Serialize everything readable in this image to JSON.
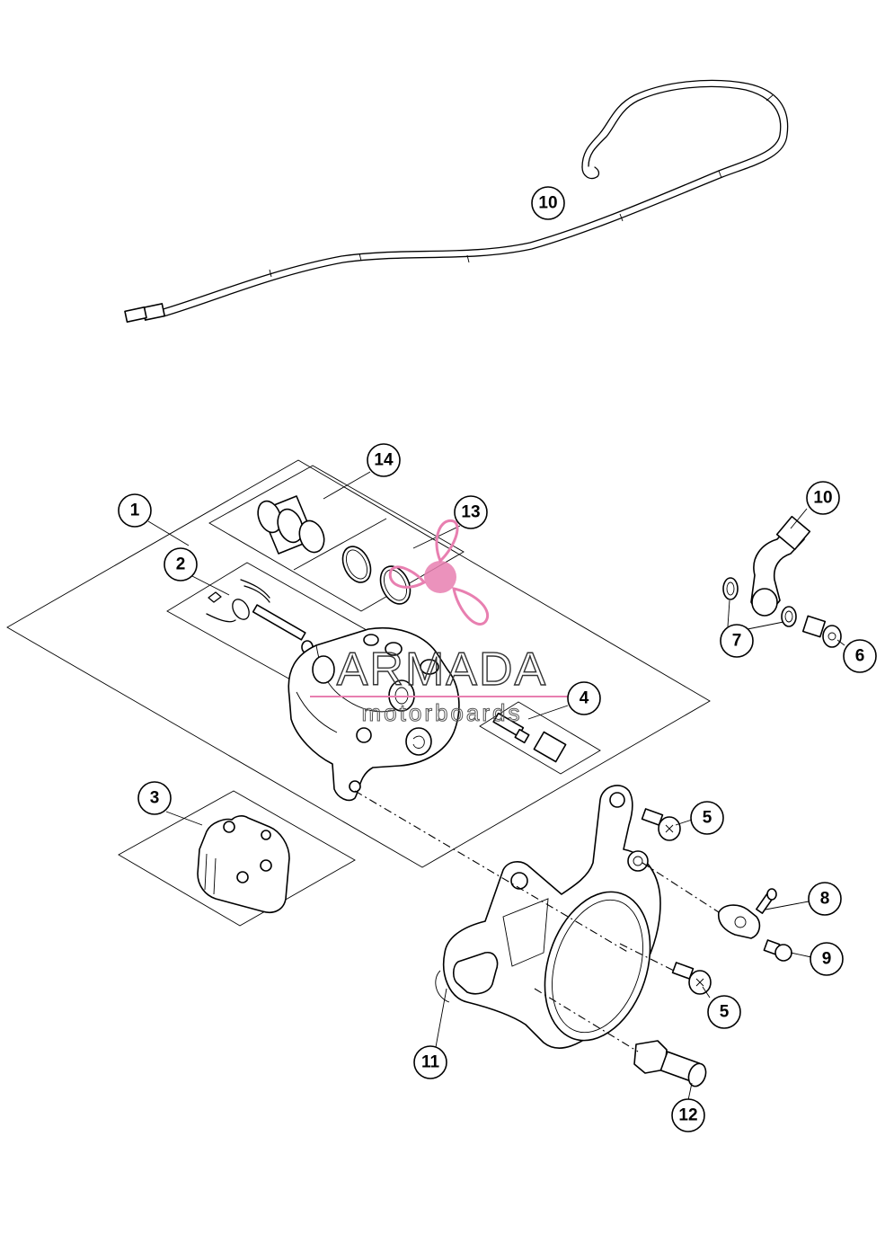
{
  "callouts": [
    {
      "id": "callout-1",
      "label": "1"
    },
    {
      "id": "callout-2",
      "label": "2"
    },
    {
      "id": "callout-3",
      "label": "3"
    },
    {
      "id": "callout-4",
      "label": "4"
    },
    {
      "id": "callout-5a",
      "label": "5"
    },
    {
      "id": "callout-5b",
      "label": "5"
    },
    {
      "id": "callout-6",
      "label": "6"
    },
    {
      "id": "callout-7",
      "label": "7"
    },
    {
      "id": "callout-8",
      "label": "8"
    },
    {
      "id": "callout-9",
      "label": "9"
    },
    {
      "id": "callout-10a",
      "label": "10"
    },
    {
      "id": "callout-10b",
      "label": "10"
    },
    {
      "id": "callout-11",
      "label": "11"
    },
    {
      "id": "callout-12",
      "label": "12"
    },
    {
      "id": "callout-13",
      "label": "13"
    },
    {
      "id": "callout-14",
      "label": "14"
    }
  ],
  "watermark": {
    "brand": "ARMADA",
    "tagline": "motorboards",
    "color": "#e87fb0"
  }
}
